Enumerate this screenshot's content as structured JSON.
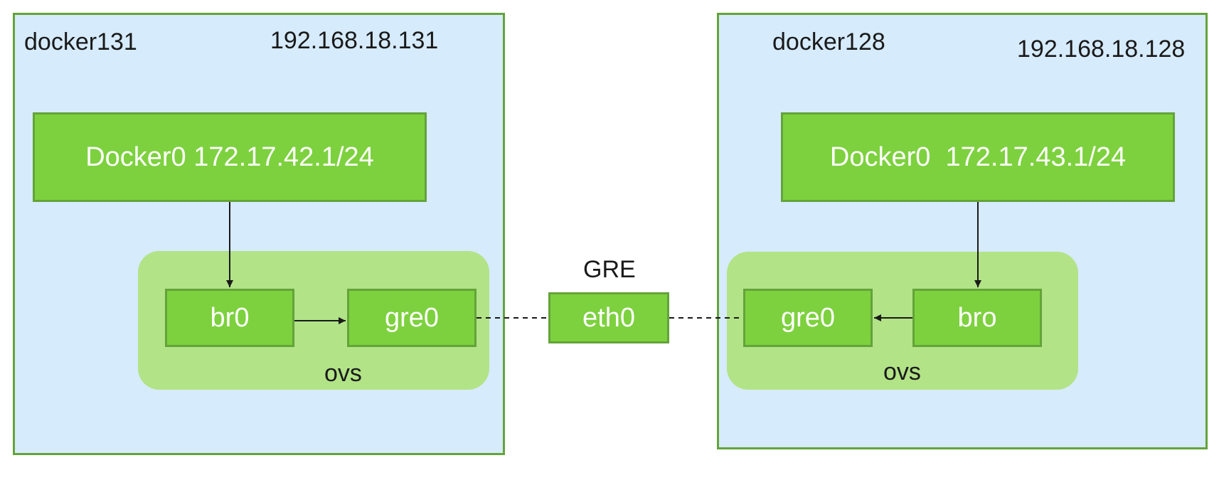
{
  "left_host": {
    "name": "docker131",
    "ip": "192.168.18.131",
    "docker0": "Docker0 172.17.42.1/24",
    "bridge": "br0",
    "gre": "gre0",
    "ovs": "ovs"
  },
  "right_host": {
    "name": "docker128",
    "ip": "192.168.18.128",
    "docker0": "Docker0  172.17.43.1/24",
    "bridge": "bro",
    "gre": "gre0",
    "ovs": "ovs"
  },
  "tunnel": {
    "label": "GRE",
    "interface": "eth0"
  },
  "colors": {
    "host_fill": "#d6ebfc",
    "border": "#64a33a",
    "box_fill": "#7dd13e",
    "ovs_fill": "#b2e387"
  }
}
